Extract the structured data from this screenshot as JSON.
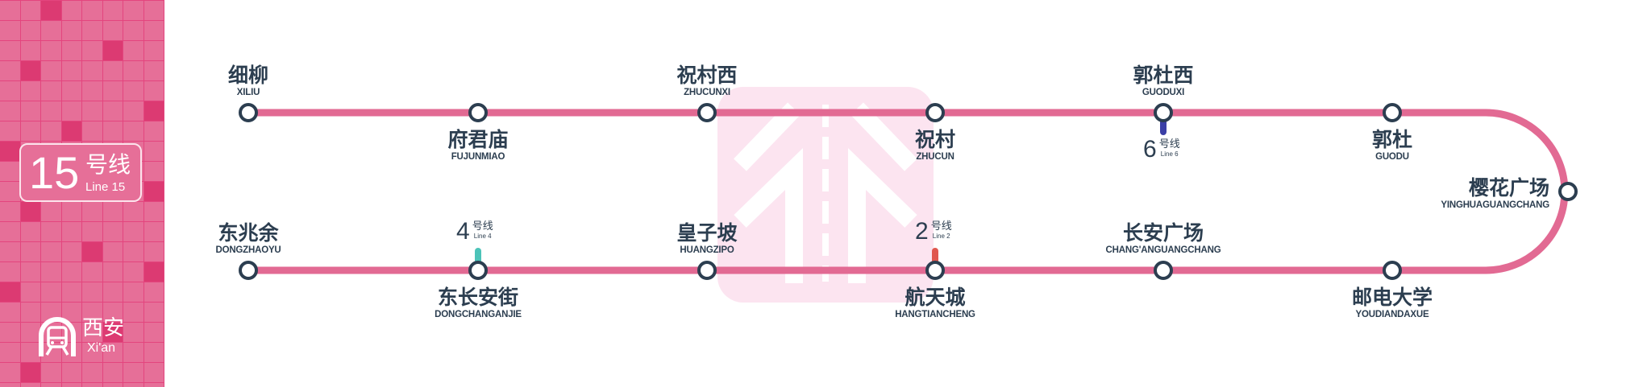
{
  "sidebar": {
    "line_number": "15",
    "line_cn": "号线",
    "line_en": "Line 15",
    "city_cn": "西安",
    "city_en": "Xi'an",
    "logo_icon": "metro-train-icon",
    "colors": {
      "base": "#e3457e",
      "cell": "#e66f98",
      "dark_cell": "#dc3a72"
    }
  },
  "map": {
    "line_color": "#e26a93",
    "station_stroke": "#2c3e50",
    "watermark_color": "#fce4f0",
    "stations": [
      {
        "cn": "细柳",
        "en": "XILIU"
      },
      {
        "cn": "府君庙",
        "en": "FUJUNMIAO"
      },
      {
        "cn": "祝村西",
        "en": "ZHUCUNXI"
      },
      {
        "cn": "祝村",
        "en": "ZHUCUN"
      },
      {
        "cn": "郭杜西",
        "en": "GUODUXI"
      },
      {
        "cn": "郭杜",
        "en": "GUODU"
      },
      {
        "cn": "樱花广场",
        "en": "YINGHUAGUANGCHANG"
      },
      {
        "cn": "邮电大学",
        "en": "YOUDIANDAXUE"
      },
      {
        "cn": "长安广场",
        "en": "CHANG'ANGUANGCHANG"
      },
      {
        "cn": "航天城",
        "en": "HANGTIANCHENG"
      },
      {
        "cn": "皇子坡",
        "en": "HUANGZIPO"
      },
      {
        "cn": "东长安街",
        "en": "DONGCHANGANJIE"
      },
      {
        "cn": "东兆余",
        "en": "DONGZHAOYU"
      }
    ],
    "transfers": [
      {
        "number": "6",
        "cn": "号线",
        "en": "Line 6",
        "station": "郭杜西",
        "color": "#3b3fa6"
      },
      {
        "number": "2",
        "cn": "号线",
        "en": "Line 2",
        "station": "航天城",
        "color": "#e0574f"
      },
      {
        "number": "4",
        "cn": "号线",
        "en": "Line 4",
        "station": "东长安街",
        "color": "#4cc3b8"
      }
    ]
  }
}
